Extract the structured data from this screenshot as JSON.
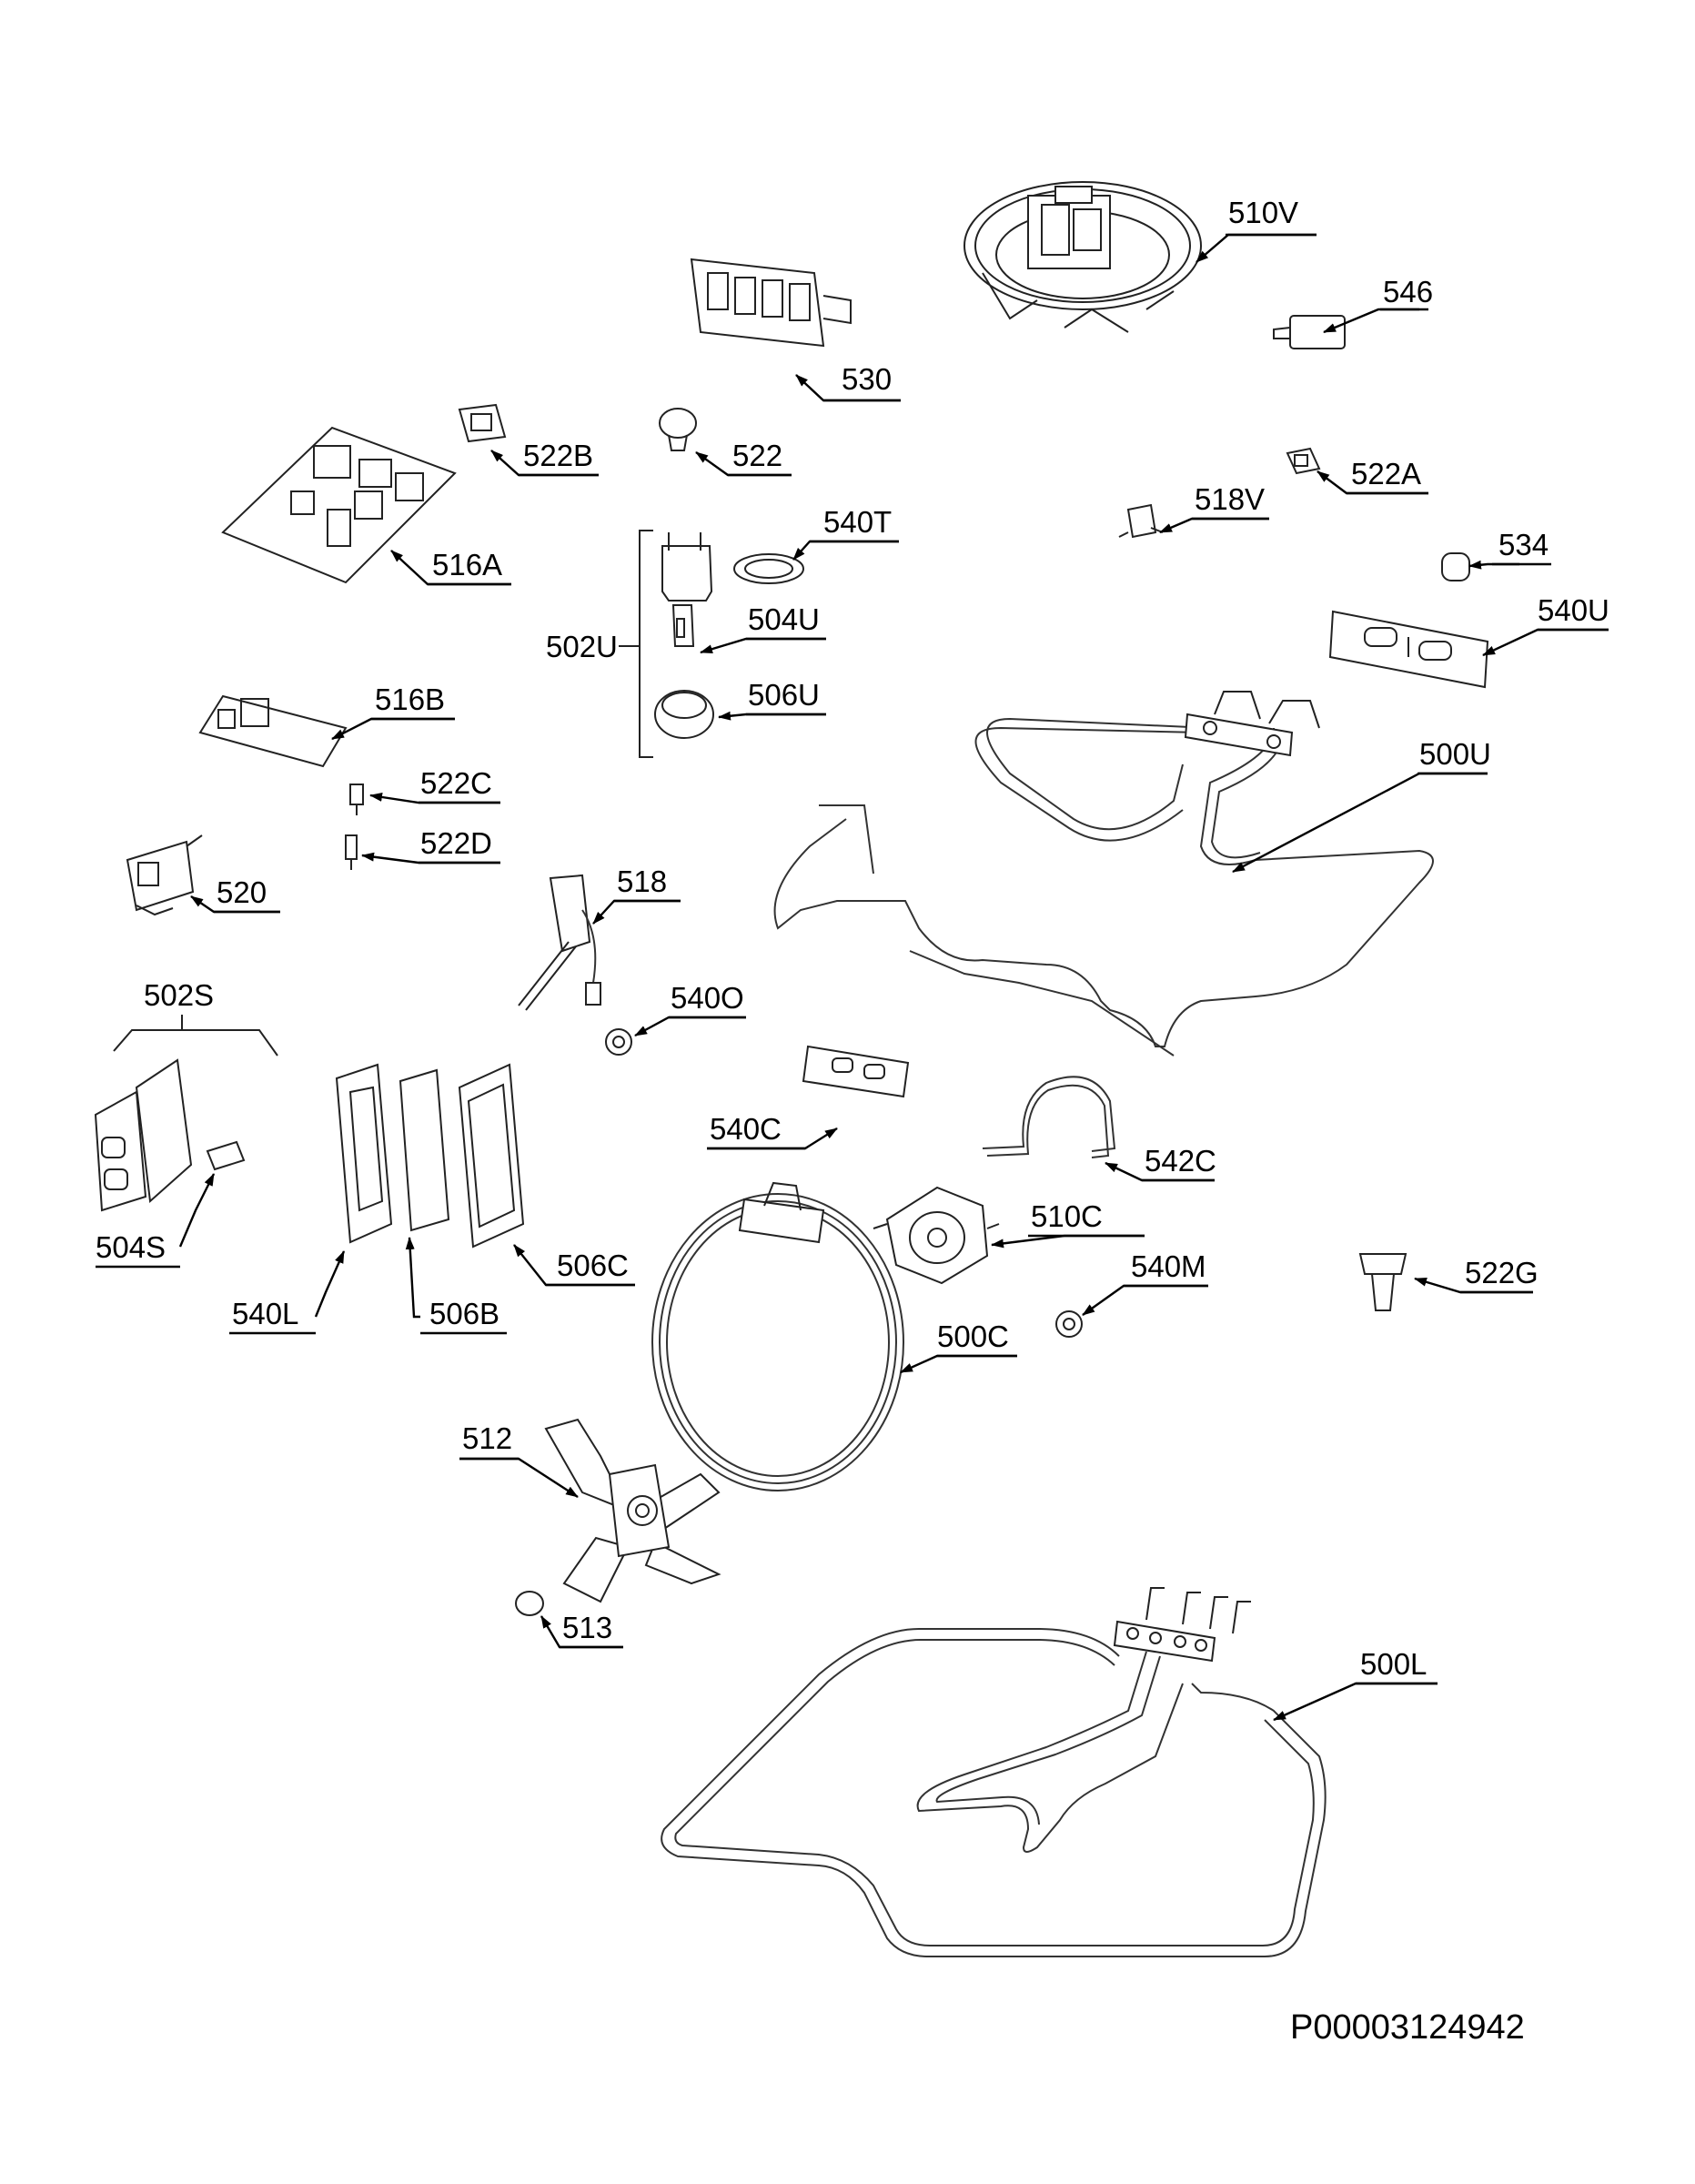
{
  "diagram": {
    "document_id": "P00003124942",
    "callouts": [
      {
        "id": "c510V",
        "label": "510V"
      },
      {
        "id": "c546",
        "label": "546"
      },
      {
        "id": "c530",
        "label": "530"
      },
      {
        "id": "c522B",
        "label": "522B"
      },
      {
        "id": "c522",
        "label": "522"
      },
      {
        "id": "c522A",
        "label": "522A"
      },
      {
        "id": "c518V",
        "label": "518V"
      },
      {
        "id": "c516A",
        "label": "516A"
      },
      {
        "id": "c540T",
        "label": "540T"
      },
      {
        "id": "c534",
        "label": "534"
      },
      {
        "id": "c540U",
        "label": "540U"
      },
      {
        "id": "c504U",
        "label": "504U"
      },
      {
        "id": "c502U",
        "label": "502U"
      },
      {
        "id": "c506U",
        "label": "506U"
      },
      {
        "id": "c516B",
        "label": "516B"
      },
      {
        "id": "c500U",
        "label": "500U"
      },
      {
        "id": "c522C",
        "label": "522C"
      },
      {
        "id": "c522D",
        "label": "522D"
      },
      {
        "id": "c520",
        "label": "520"
      },
      {
        "id": "c518",
        "label": "518"
      },
      {
        "id": "c502S",
        "label": "502S"
      },
      {
        "id": "c540O",
        "label": "540O"
      },
      {
        "id": "c540C",
        "label": "540C"
      },
      {
        "id": "c542C",
        "label": "542C"
      },
      {
        "id": "c504S",
        "label": "504S"
      },
      {
        "id": "c510C",
        "label": "510C"
      },
      {
        "id": "c506C",
        "label": "506C"
      },
      {
        "id": "c540M",
        "label": "540M"
      },
      {
        "id": "c522G",
        "label": "522G"
      },
      {
        "id": "c540L",
        "label": "540L"
      },
      {
        "id": "c506B",
        "label": "506B"
      },
      {
        "id": "c500C",
        "label": "500C"
      },
      {
        "id": "c512",
        "label": "512"
      },
      {
        "id": "c513",
        "label": "513"
      },
      {
        "id": "c500L",
        "label": "500L"
      }
    ]
  }
}
